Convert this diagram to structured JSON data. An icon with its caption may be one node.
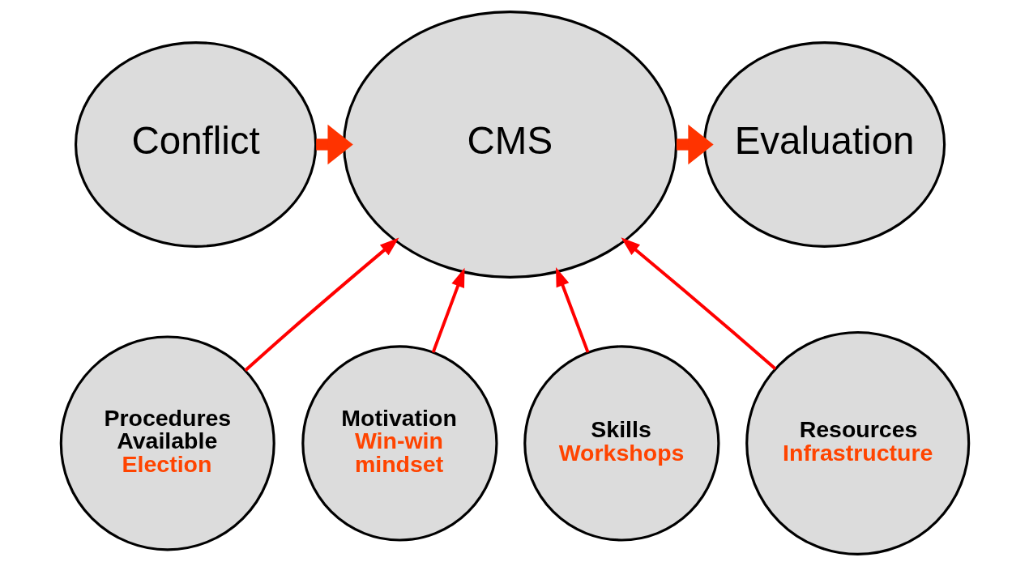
{
  "diagram": {
    "nodes": [
      {
        "text": [
          "Conflict"
        ]
      },
      {
        "text": [
          "CMS"
        ]
      },
      {
        "text": [
          "Evaluation"
        ]
      },
      {
        "text": [
          "Procedures Available",
          "Election"
        ]
      },
      {
        "text": [
          "Motivation",
          "Win-win mindset"
        ]
      },
      {
        "text": [
          "Skills",
          "Workshops"
        ]
      },
      {
        "text": [
          "Resources",
          "Infrastructure"
        ]
      }
    ],
    "edges": [
      {
        "from": 0,
        "to": 1,
        "arrow": "to",
        "style": "thick",
        "color": "#ff3300"
      },
      {
        "from": 1,
        "to": 2,
        "arrow": "to",
        "style": "thick",
        "color": "#ff3300"
      },
      {
        "from": 3,
        "to": 1,
        "arrow": "to"
      },
      {
        "from": 4,
        "to": 1,
        "arrow": "to"
      },
      {
        "from": 5,
        "to": 1,
        "arrow": "to"
      },
      {
        "from": 6,
        "to": 1,
        "arrow": "to"
      }
    ]
  }
}
